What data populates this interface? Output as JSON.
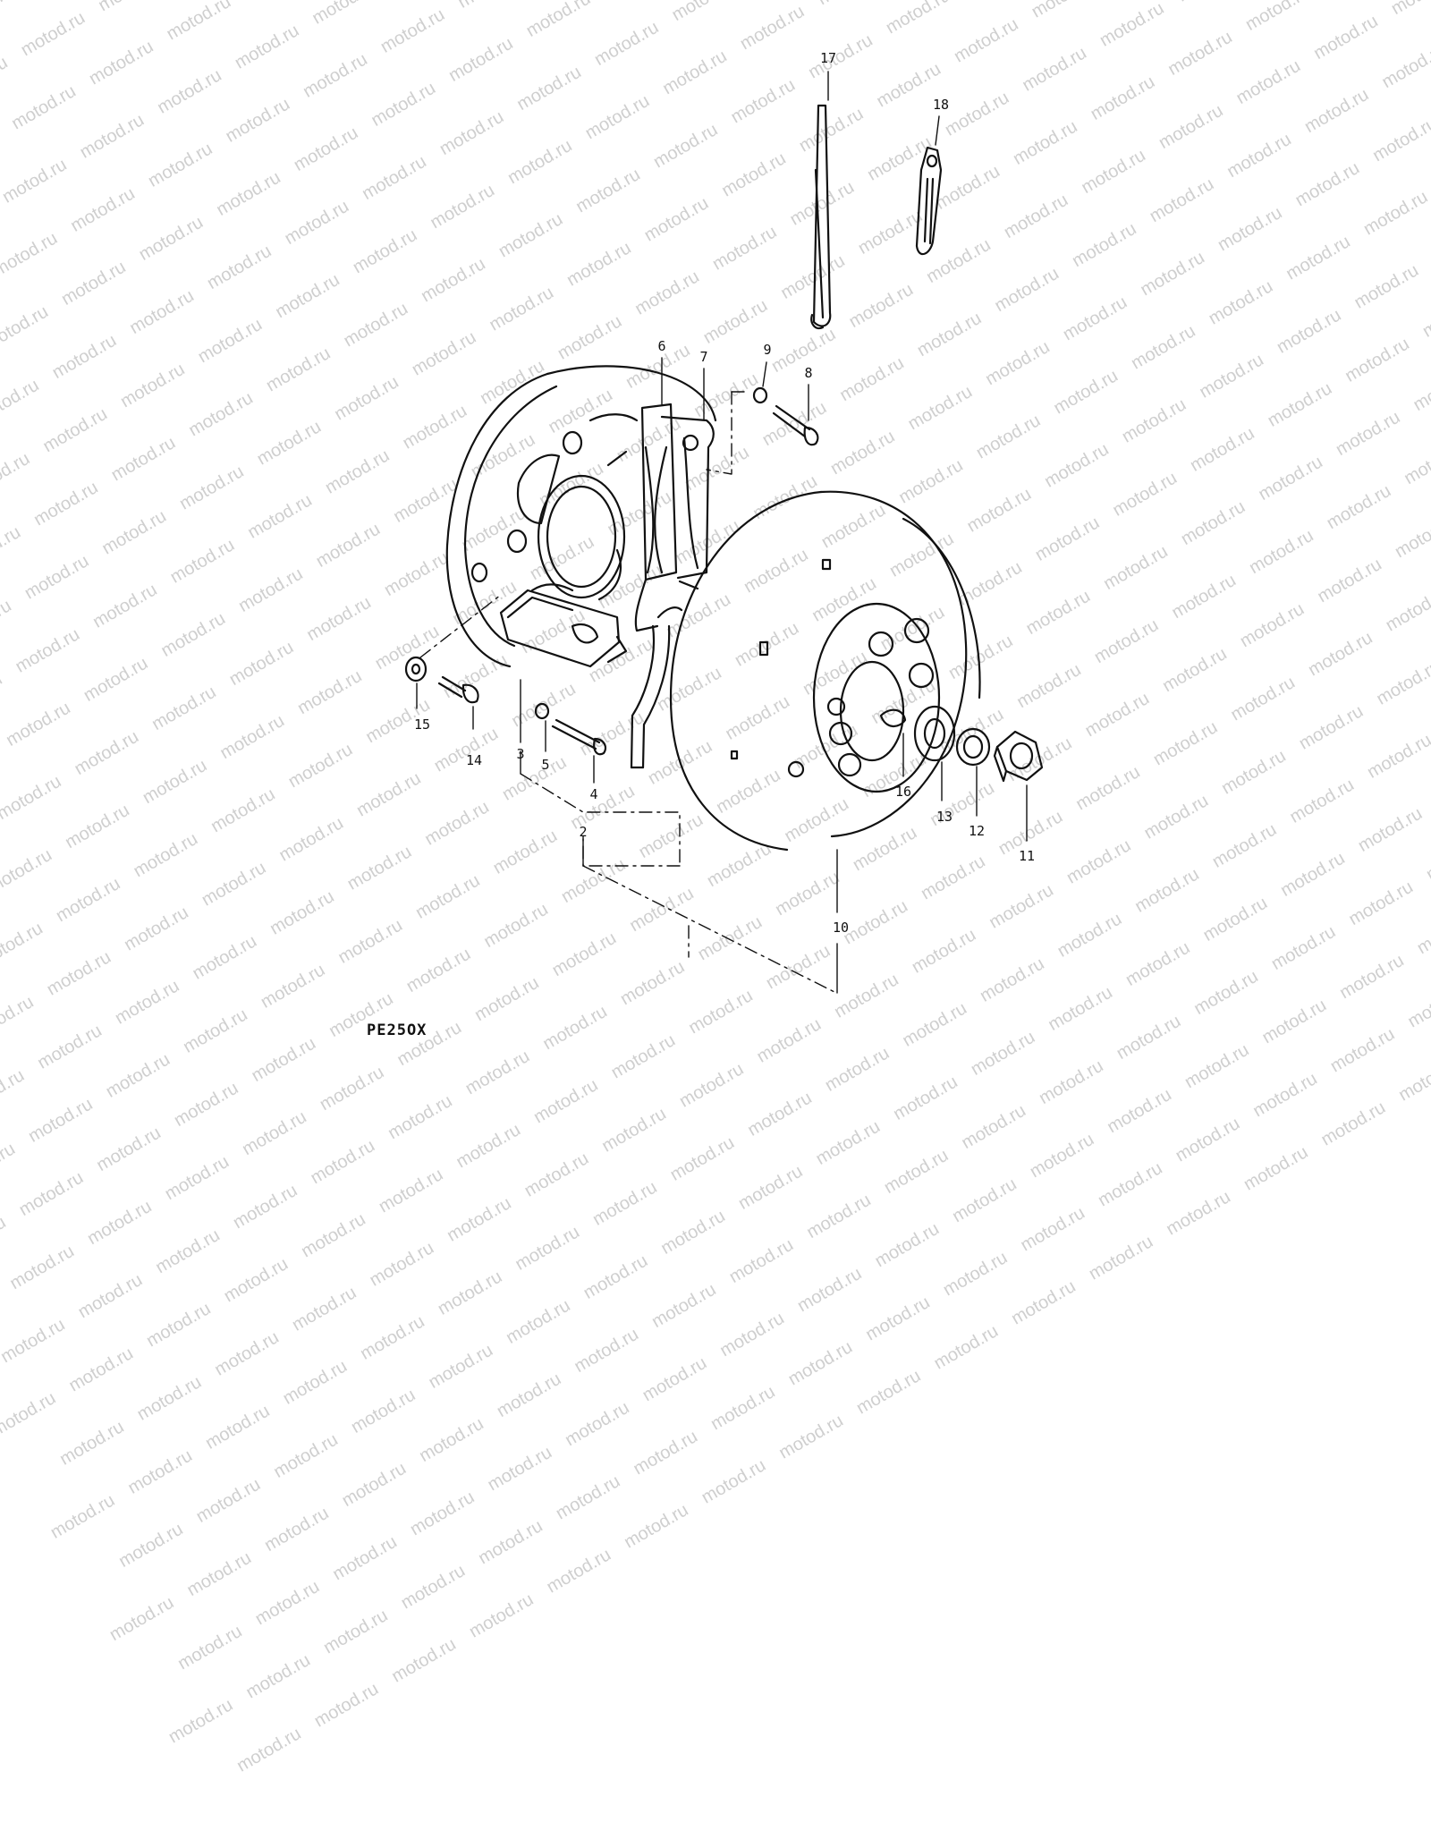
{
  "watermark": {
    "text": "motod.ru"
  },
  "diagram": {
    "drawing_code": "PE25OX",
    "callouts": [
      "2",
      "3",
      "4",
      "5",
      "6",
      "7",
      "8",
      "9",
      "10",
      "11",
      "12",
      "13",
      "14",
      "15",
      "16",
      "17",
      "18"
    ]
  },
  "colors": {
    "ink": "#111111",
    "watermark": "#cfcfcf",
    "background": "#ffffff"
  }
}
